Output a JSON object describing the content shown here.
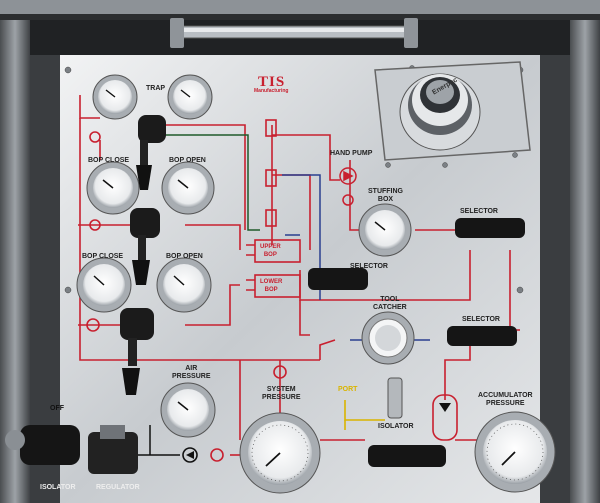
{
  "panel": {
    "brand": "TIS",
    "brand_sub": "Manufacturing",
    "knob_text": "Enerpac"
  },
  "labels": {
    "trap": "TRAP",
    "bop_close_1": "BOP CLOSE",
    "bop_open_1": "BOP OPEN",
    "bop_close_2": "BOP CLOSE",
    "bop_open_2": "BOP OPEN",
    "hand_pump": "HAND PUMP",
    "stuffing_box": "STUFFING\nBOX",
    "selector_1": "SELECTOR",
    "selector_2": "SELECTOR",
    "selector_3": "SELECTOR",
    "upper_bop": "UPPER\nBOP",
    "lower_bop": "LOWER\nBOP",
    "tool_catcher": "TOOL\nCATCHER",
    "air_pressure": "AIR\nPRESSURE",
    "system_pressure": "SYSTEM\nPRESSURE",
    "port": "PORT",
    "isolator_center": "ISOLATOR",
    "accumulator_pressure": "ACCUMULATOR\nPRESSURE",
    "off": "OFF",
    "isolator_bottom": "ISOLATOR",
    "regulator": "REGULATOR"
  },
  "colors": {
    "panel": "#d9dcdf",
    "frame": "#2a2c2e",
    "hydraulic_red": "#c8202f",
    "pilot_green": "#1f5a2a",
    "return_blue": "#2a3f8f",
    "air_black": "#111111",
    "port_yellow": "#d9b400"
  }
}
